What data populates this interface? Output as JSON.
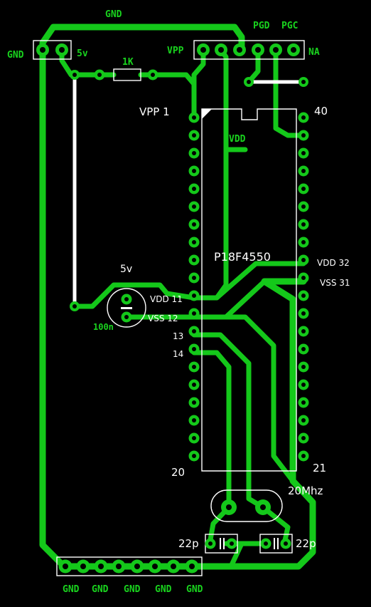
{
  "labels": {
    "gnd_top": "GND",
    "gnd_left": "GND",
    "v5_top": "5v",
    "vpp_header": "VPP",
    "pgd": "PGD",
    "pgc": "PGC",
    "na": "NA",
    "resistor": "1K",
    "vdd_mid": "VDD",
    "v5_cap": "5v",
    "cap_value": "100n",
    "crystal": "20Mhz",
    "cap_left": "22p",
    "cap_right": "22p",
    "gnd_bottom": [
      "GND",
      "GND",
      "GND",
      "GND",
      "GND"
    ]
  },
  "chip": {
    "name": "P18F4550",
    "pin_vpp": "VPP 1",
    "pin_40": "40",
    "pin_20": "20",
    "pin_21": "21",
    "pin_11": "VDD  11",
    "pin_12": "VSS  12",
    "pin_13": "13",
    "pin_14": "14",
    "pin_32": "VDD   32",
    "pin_31": "VSS    31"
  },
  "colors": {
    "track": "#14c81a",
    "label_green": "#19d31e",
    "silkscreen": "#ffffff",
    "background": "#000000"
  }
}
